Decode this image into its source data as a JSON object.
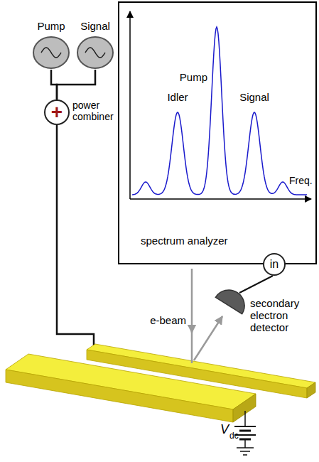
{
  "diagram": {
    "nodes": [
      {
        "text": [
          "spectrum analyzer"
        ]
      },
      {
        "text": [
          "Pump"
        ]
      },
      {
        "text": [
          "Signal"
        ]
      },
      {
        "text": [
          "+",
          "power combiner"
        ]
      },
      {
        "text": [
          "in"
        ]
      }
    ],
    "edges": [
      {
        "from": 1,
        "to": 3,
        "arrow": "none"
      },
      {
        "from": 2,
        "to": 3,
        "arrow": "none"
      }
    ],
    "labels": [
      "Pump",
      "Idler",
      "Signal",
      "Freq.",
      "e-beam",
      "secondary electron detector",
      "V",
      "dc"
    ]
  }
}
